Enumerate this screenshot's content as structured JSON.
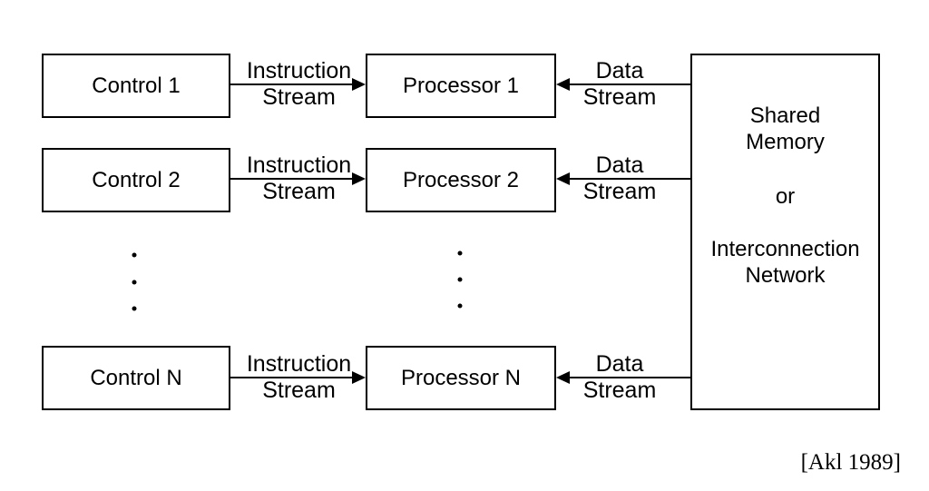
{
  "diagram": {
    "title_semantic": "MIMD shared-memory architecture diagram",
    "rows": [
      {
        "control": "Control 1",
        "processor": "Processor 1",
        "instruction_stream_label": "Instruction\nStream",
        "data_stream_label": "Data\nStream"
      },
      {
        "control": "Control 2",
        "processor": "Processor 2",
        "instruction_stream_label": "Instruction\nStream",
        "data_stream_label": "Data\nStream"
      },
      {
        "control": "Control N",
        "processor": "Processor N",
        "instruction_stream_label": "Instruction\nStream",
        "data_stream_label": "Data\nStream"
      }
    ],
    "memory_box": {
      "top_label": "Shared\nMemory",
      "middle_label": "or",
      "bottom_label": "Interconnection\nNetwork"
    },
    "citation": "[Akl 1989]",
    "colors": {
      "stroke": "#000000",
      "background": "#ffffff"
    }
  }
}
